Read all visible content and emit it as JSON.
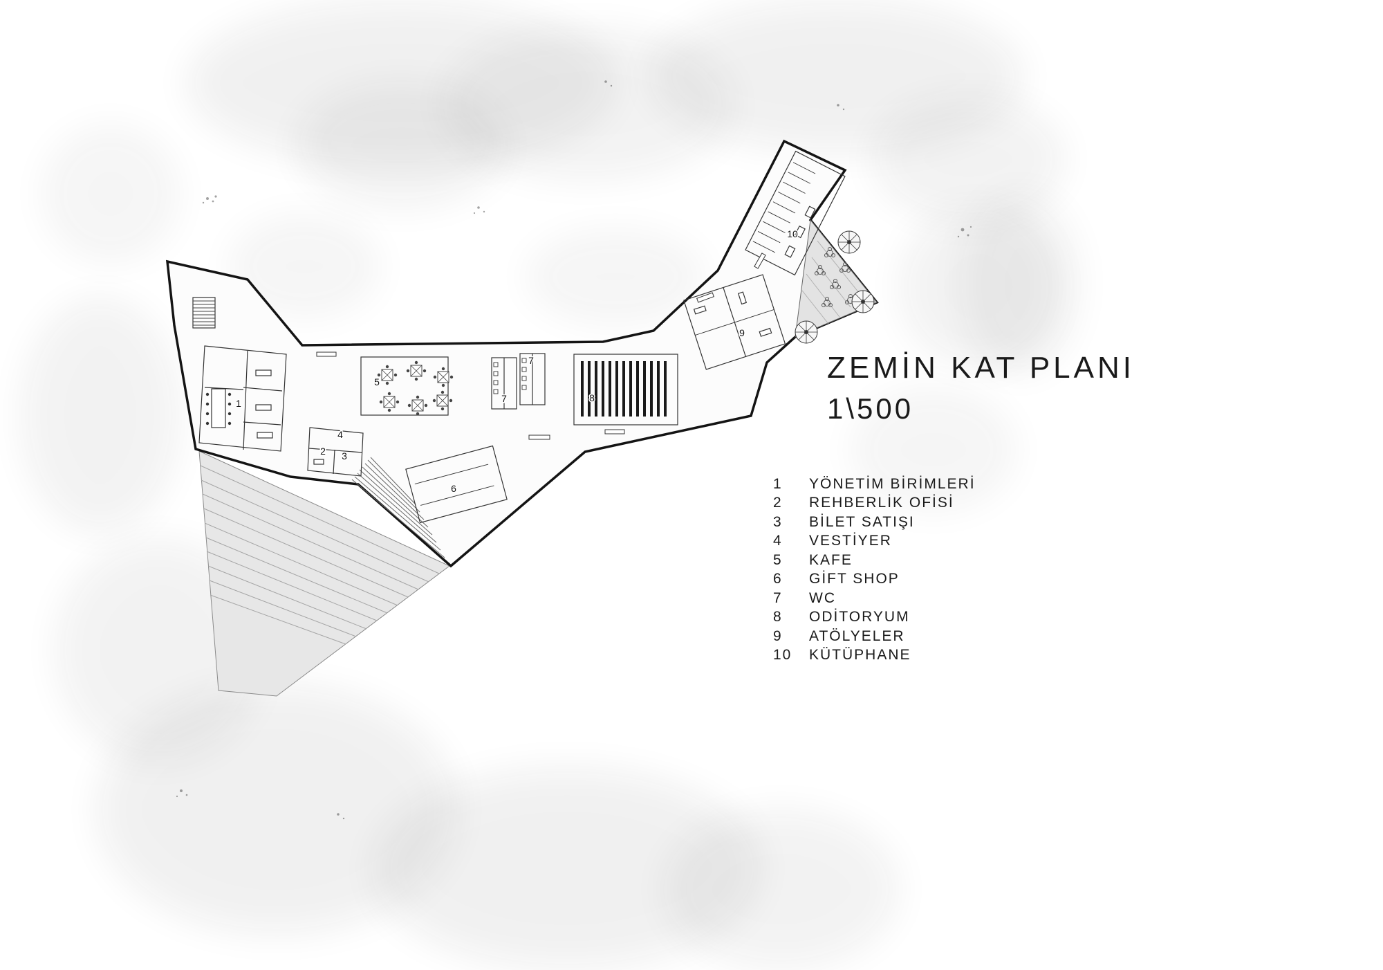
{
  "title": {
    "line1": "ZEMİN KAT PLANI",
    "line2": "1\\500"
  },
  "legend": {
    "items": [
      {
        "num": "1",
        "label": "YÖNETİM BİRİMLERİ"
      },
      {
        "num": "2",
        "label": "REHBERLİK OFİSİ"
      },
      {
        "num": "3",
        "label": "BİLET SATIŞI"
      },
      {
        "num": "4",
        "label": "VESTİYER"
      },
      {
        "num": "5",
        "label": "KAFE"
      },
      {
        "num": "6",
        "label": "GİFT SHOP"
      },
      {
        "num": "7",
        "label": "WC"
      },
      {
        "num": "8",
        "label": "ODİTORYUM"
      },
      {
        "num": "9",
        "label": "ATÖLYELER"
      },
      {
        "num": "10",
        "label": "KÜTÜPHANE"
      }
    ]
  },
  "plan": {
    "rooms": [
      "1",
      "2",
      "3",
      "4",
      "5",
      "6",
      "7",
      "7",
      "8",
      "9",
      "10"
    ]
  },
  "colors": {
    "ink": "#1a1a1a",
    "inner_wall": "#333333",
    "terrace_fill": "#e3e3e3",
    "plaza_fill": "#e7e7e7",
    "slab_fill": "#fcfcfc"
  }
}
